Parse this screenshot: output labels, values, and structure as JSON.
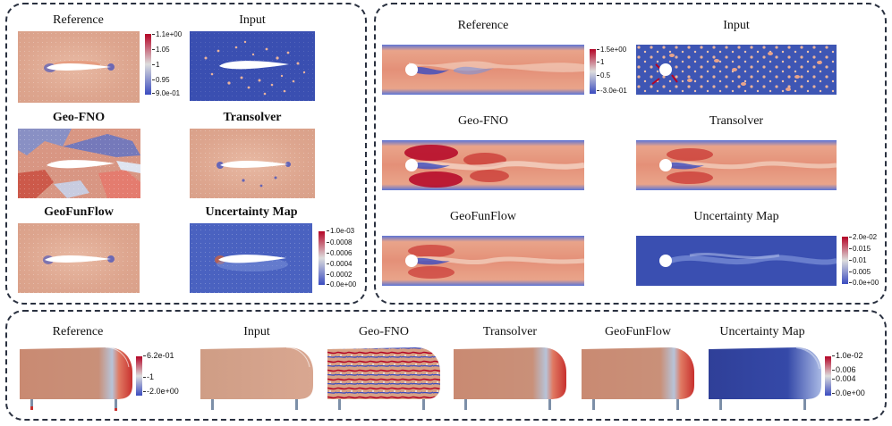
{
  "airfoil": {
    "labels": {
      "reference": "Reference",
      "input": "Input",
      "geofno": "Geo-FNO",
      "transolver": "Transolver",
      "geofunflow": "GeoFunFlow",
      "uncertainty": "Uncertainty Map"
    },
    "field_colorbar": {
      "ticks": [
        "1.1e+00",
        "1.05",
        "1",
        "0.95",
        "9.0e-01"
      ]
    },
    "uncertainty_colorbar": {
      "ticks": [
        "1.0e-03",
        "0.0008",
        "0.0006",
        "0.0004",
        "0.0002",
        "0.0e+00"
      ]
    }
  },
  "cylinder": {
    "labels": {
      "reference": "Reference",
      "input": "Input",
      "geofno": "Geo-FNO",
      "transolver": "Transolver",
      "geofunflow": "GeoFunFlow",
      "uncertainty": "Uncertainty Map"
    },
    "field_colorbar": {
      "ticks": [
        "1.5e+00",
        "1",
        "0.5",
        "-3.0e-01"
      ]
    },
    "uncertainty_colorbar": {
      "ticks": [
        "2.0e-02",
        "0.015",
        "0.01",
        "0.005",
        "0.0e+00"
      ]
    }
  },
  "vehicle": {
    "labels": {
      "reference": "Reference",
      "input": "Input",
      "geofno": "Geo-FNO",
      "transolver": "Transolver",
      "geofunflow": "GeoFunFlow",
      "uncertainty": "Uncertainty Map"
    },
    "field_colorbar": {
      "ticks": [
        "6.2e-01",
        "-1",
        "-2.0e+00"
      ]
    },
    "uncertainty_colorbar": {
      "ticks": [
        "1.0e-02",
        "0.006",
        "0.004",
        "0.0e+00"
      ]
    }
  },
  "colors": {
    "panel_border": "#2a3140",
    "diverging_red": "#b40426",
    "diverging_blue": "#3b4cc0",
    "neutral": "#dcdcdc"
  }
}
